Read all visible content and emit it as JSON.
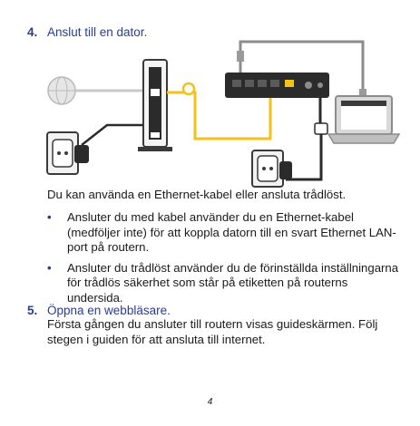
{
  "step4": {
    "number": "4.",
    "title": "Anslut till en dator."
  },
  "diagram": {
    "icons": [
      "globe-icon",
      "modem-icon",
      "router-icon",
      "laptop-icon",
      "power-outlet-icon",
      "power-adapter-icon",
      "ethernet-cable-icon"
    ],
    "colors": {
      "cable_yellow": "#f2c21a",
      "device_black": "#2b2b2b",
      "cable_gray": "#8c8c8c"
    }
  },
  "intro": "Du kan använda en Ethernet-kabel eller ansluta trådlöst.",
  "bullets": [
    "Ansluter du med kabel använder du en Ethernet-kabel (medföljer inte) för att koppla datorn till en svart Ethernet LAN-port på routern.",
    "Ansluter du trådlöst använder du de förinställda inställningarna för trådlös säkerhet som står på etiketten på routerns undersida."
  ],
  "step5": {
    "number": "5.",
    "title": "Öppna en webbläsare.",
    "body": "Första gången du ansluter till routern visas guideskärmen. Följ stegen i guiden för att ansluta till internet."
  },
  "page_number": "4"
}
